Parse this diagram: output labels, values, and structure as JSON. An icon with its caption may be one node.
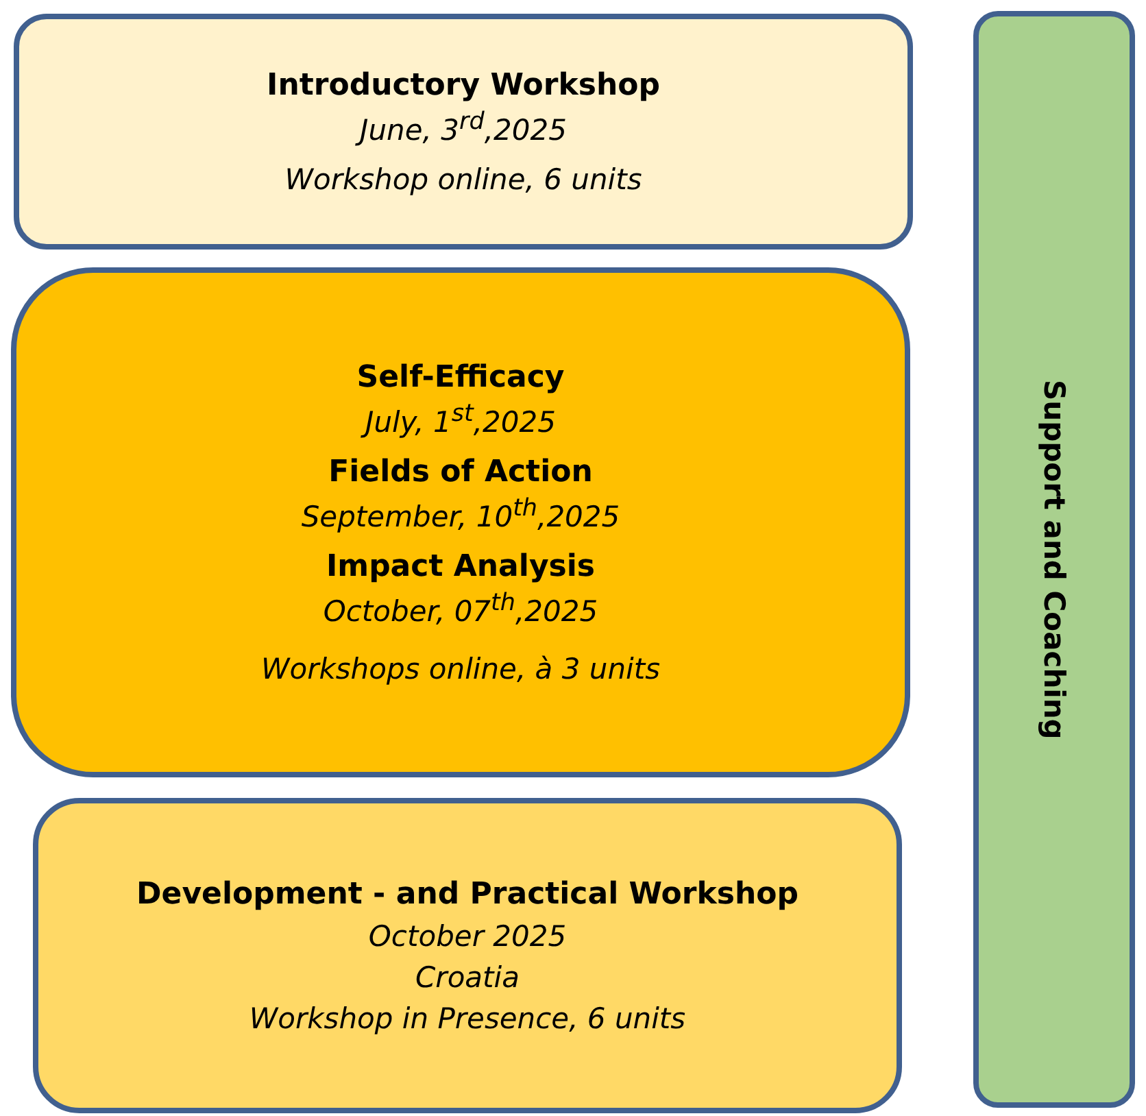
{
  "diagram": {
    "nodes": [
      {
        "text": [
          "Introductory Workshop",
          "June, 3$^{rd}$,2025",
          "Workshop online, 6 units"
        ]
      },
      {
        "text": [
          "Self-Efficacy",
          "July, 1$^{st}$,2025",
          "Fields of Action",
          "September, 10$^{th}$,2025",
          "Impact Analysis",
          "October, 07$^{th}$,2025",
          "Workshops online, à 3 units"
        ]
      },
      {
        "text": [
          "Development - and Practical Workshop",
          "October 2025",
          "Croatia",
          "Workshop in Presence, 6 units"
        ]
      },
      {
        "text": [
          "Support and Coaching"
        ]
      }
    ],
    "edges": []
  }
}
